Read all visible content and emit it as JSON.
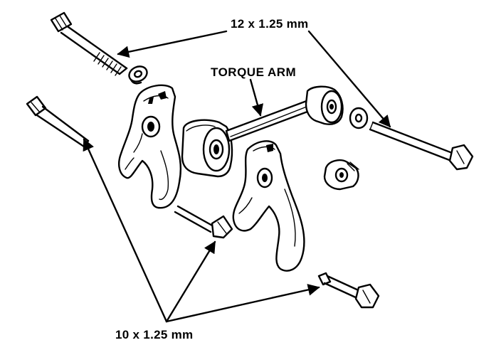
{
  "callouts": {
    "bolt_12": "12 x 1.25 mm",
    "torque_arm": "TORQUE ARM",
    "bolt_10": "10 x 1.25 mm"
  },
  "colors": {
    "ink": "#000000",
    "paper": "#ffffff"
  }
}
